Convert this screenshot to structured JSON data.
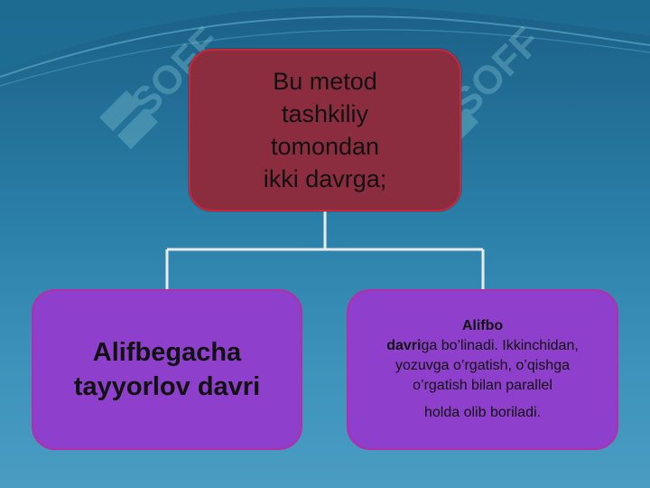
{
  "background": {
    "colors": [
      "#1b5f86",
      "#4a9cc2"
    ]
  },
  "watermark": {
    "text": "SOFF",
    "icon": "soff-logo-icon"
  },
  "top_node": {
    "text": "Bu metod\n tashkiliy\n tomondan\nikki davrga;",
    "fill": "#8b2d3f",
    "border": "#c6283a"
  },
  "left_node": {
    "text": "Alifbegacha\ntayyorlov davri",
    "fill": "#8e3fcb"
  },
  "right_node": {
    "line1_bold": "Alifbo",
    "line2_bold": "davri",
    "line2_rest": "ga bo’linadi. Ikkinchidan,",
    "line3": "yozuvga o’rgatish, o’qishga",
    "line4": "o’rgatish bilan parallel",
    "line5": "holda olib boriladi.",
    "fill": "#8e3fcb"
  },
  "connector_color": "#e8ecec"
}
